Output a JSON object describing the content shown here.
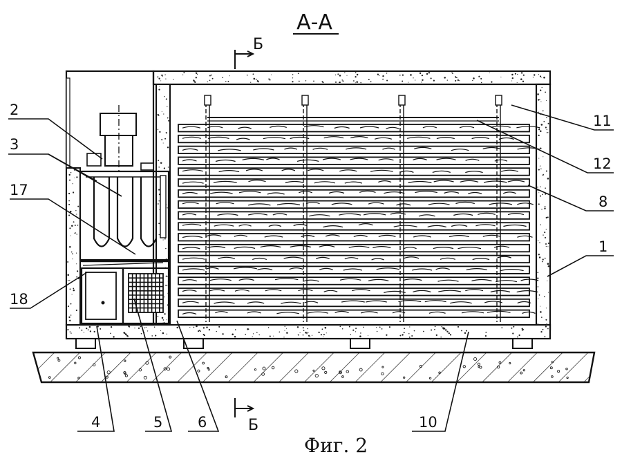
{
  "title": "А-А",
  "section_mark": "Б",
  "figure_caption": "Фиг. 2",
  "callouts": [
    {
      "id": "c2",
      "text": "2"
    },
    {
      "id": "c3",
      "text": "3"
    },
    {
      "id": "c17",
      "text": "17"
    },
    {
      "id": "c18",
      "text": "18"
    },
    {
      "id": "c11",
      "text": "11"
    },
    {
      "id": "c12",
      "text": "12"
    },
    {
      "id": "c8",
      "text": "8"
    },
    {
      "id": "c1",
      "text": "1"
    },
    {
      "id": "c4",
      "text": "4"
    },
    {
      "id": "c5",
      "text": "5"
    },
    {
      "id": "c6",
      "text": "6"
    },
    {
      "id": "c10",
      "text": "10"
    }
  ]
}
